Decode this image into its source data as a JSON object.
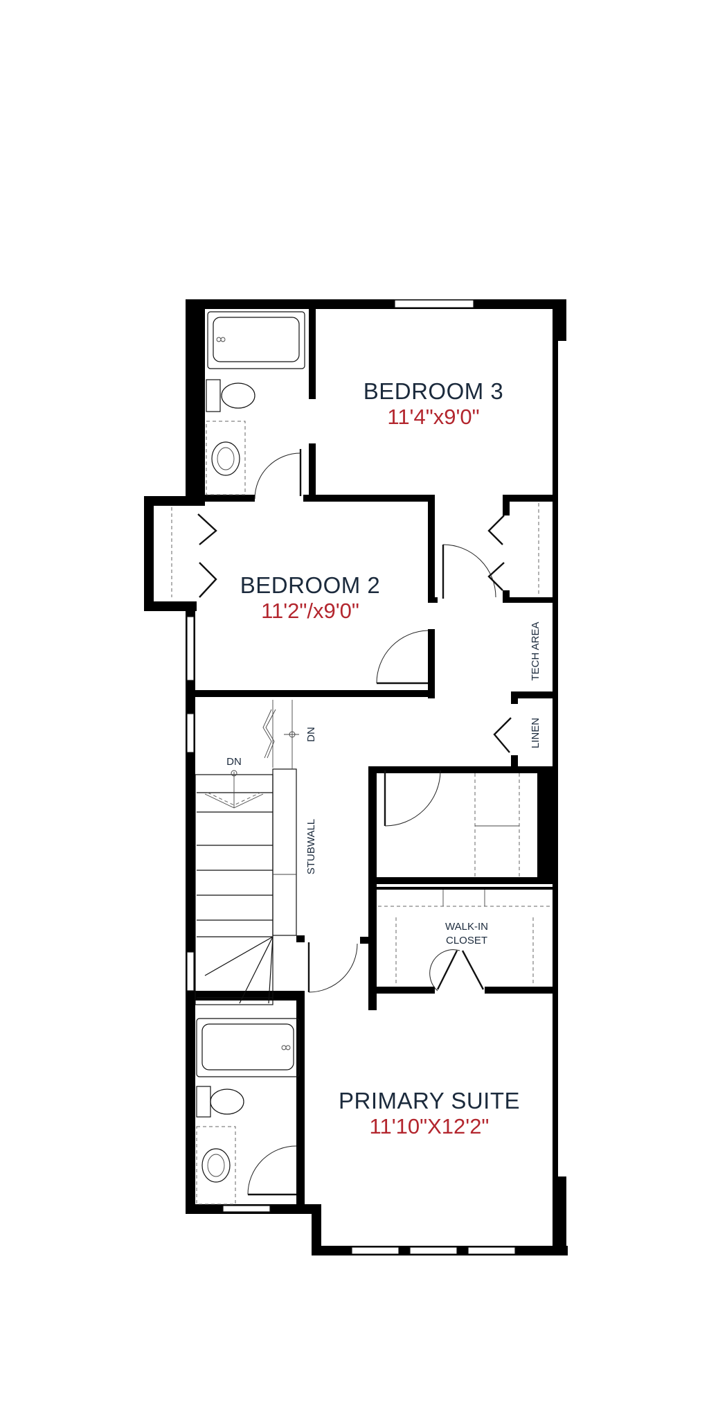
{
  "colors": {
    "wall": "#000000",
    "room_name": "#1b2a3c",
    "dimension": "#b3262e"
  },
  "rooms": {
    "bedroom3": {
      "name": "BEDROOM 3",
      "dims": "11'4\"x9'0\""
    },
    "bedroom2": {
      "name": "BEDROOM 2",
      "dims": "11'2\"/x9'0\""
    },
    "primary": {
      "name": "PRIMARY SUITE",
      "dims": "11'10\"X12'2\""
    }
  },
  "labels": {
    "tech_area": "TECH AREA",
    "linen": "LINEN",
    "walk_in_line1": "WALK-IN",
    "walk_in_line2": "CLOSET",
    "stubwall": "STUBWALL",
    "dn_landing": "DN",
    "dn_stair": "DN"
  },
  "icons": {
    "bathtub": "bathtub-icon",
    "toilet": "toilet-icon",
    "sink": "sink-icon",
    "stairs": "stairs-icon"
  }
}
